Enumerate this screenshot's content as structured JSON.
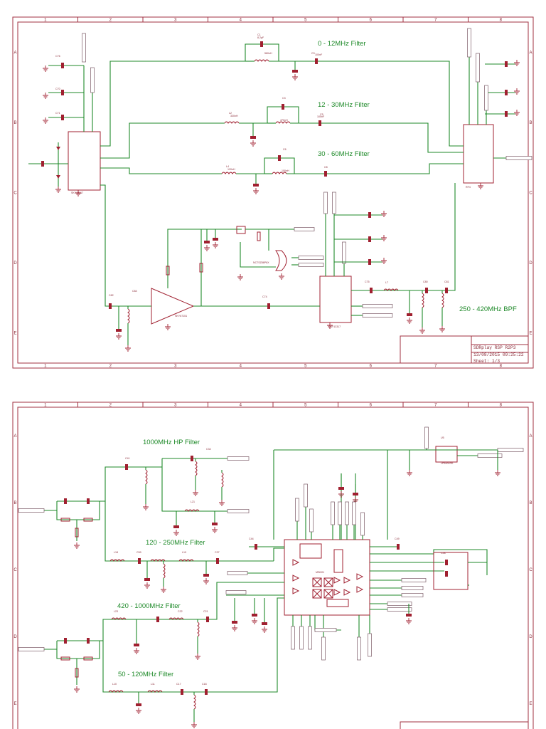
{
  "sheet1": {
    "filters": {
      "f1": "0 - 12MHz Filter",
      "f2": "12 - 30MHz Filter",
      "f3": "30 - 60MHz Filter",
      "f4": "250 - 420MHz BPF"
    },
    "title_block": {
      "name": "SDRplay RSP R2P3",
      "date": "13/08/2015 09:25:22",
      "sheet": "Sheet: 1/3"
    }
  },
  "sheet2": {
    "filters": {
      "f1": "1000MHz HP Filter",
      "f2": "120 - 250MHz Filter",
      "f3": "420 - 1000MHz Filter",
      "f4": "50 - 120MHz Filter"
    }
  },
  "grid": {
    "cols": [
      "1",
      "2",
      "3",
      "4",
      "5",
      "6",
      "7",
      "8"
    ],
    "rows": [
      "A",
      "B",
      "C",
      "D",
      "E"
    ]
  },
  "colors": {
    "frame": "#a03040",
    "wire": "#1f8a2a",
    "component": "#a02030"
  }
}
